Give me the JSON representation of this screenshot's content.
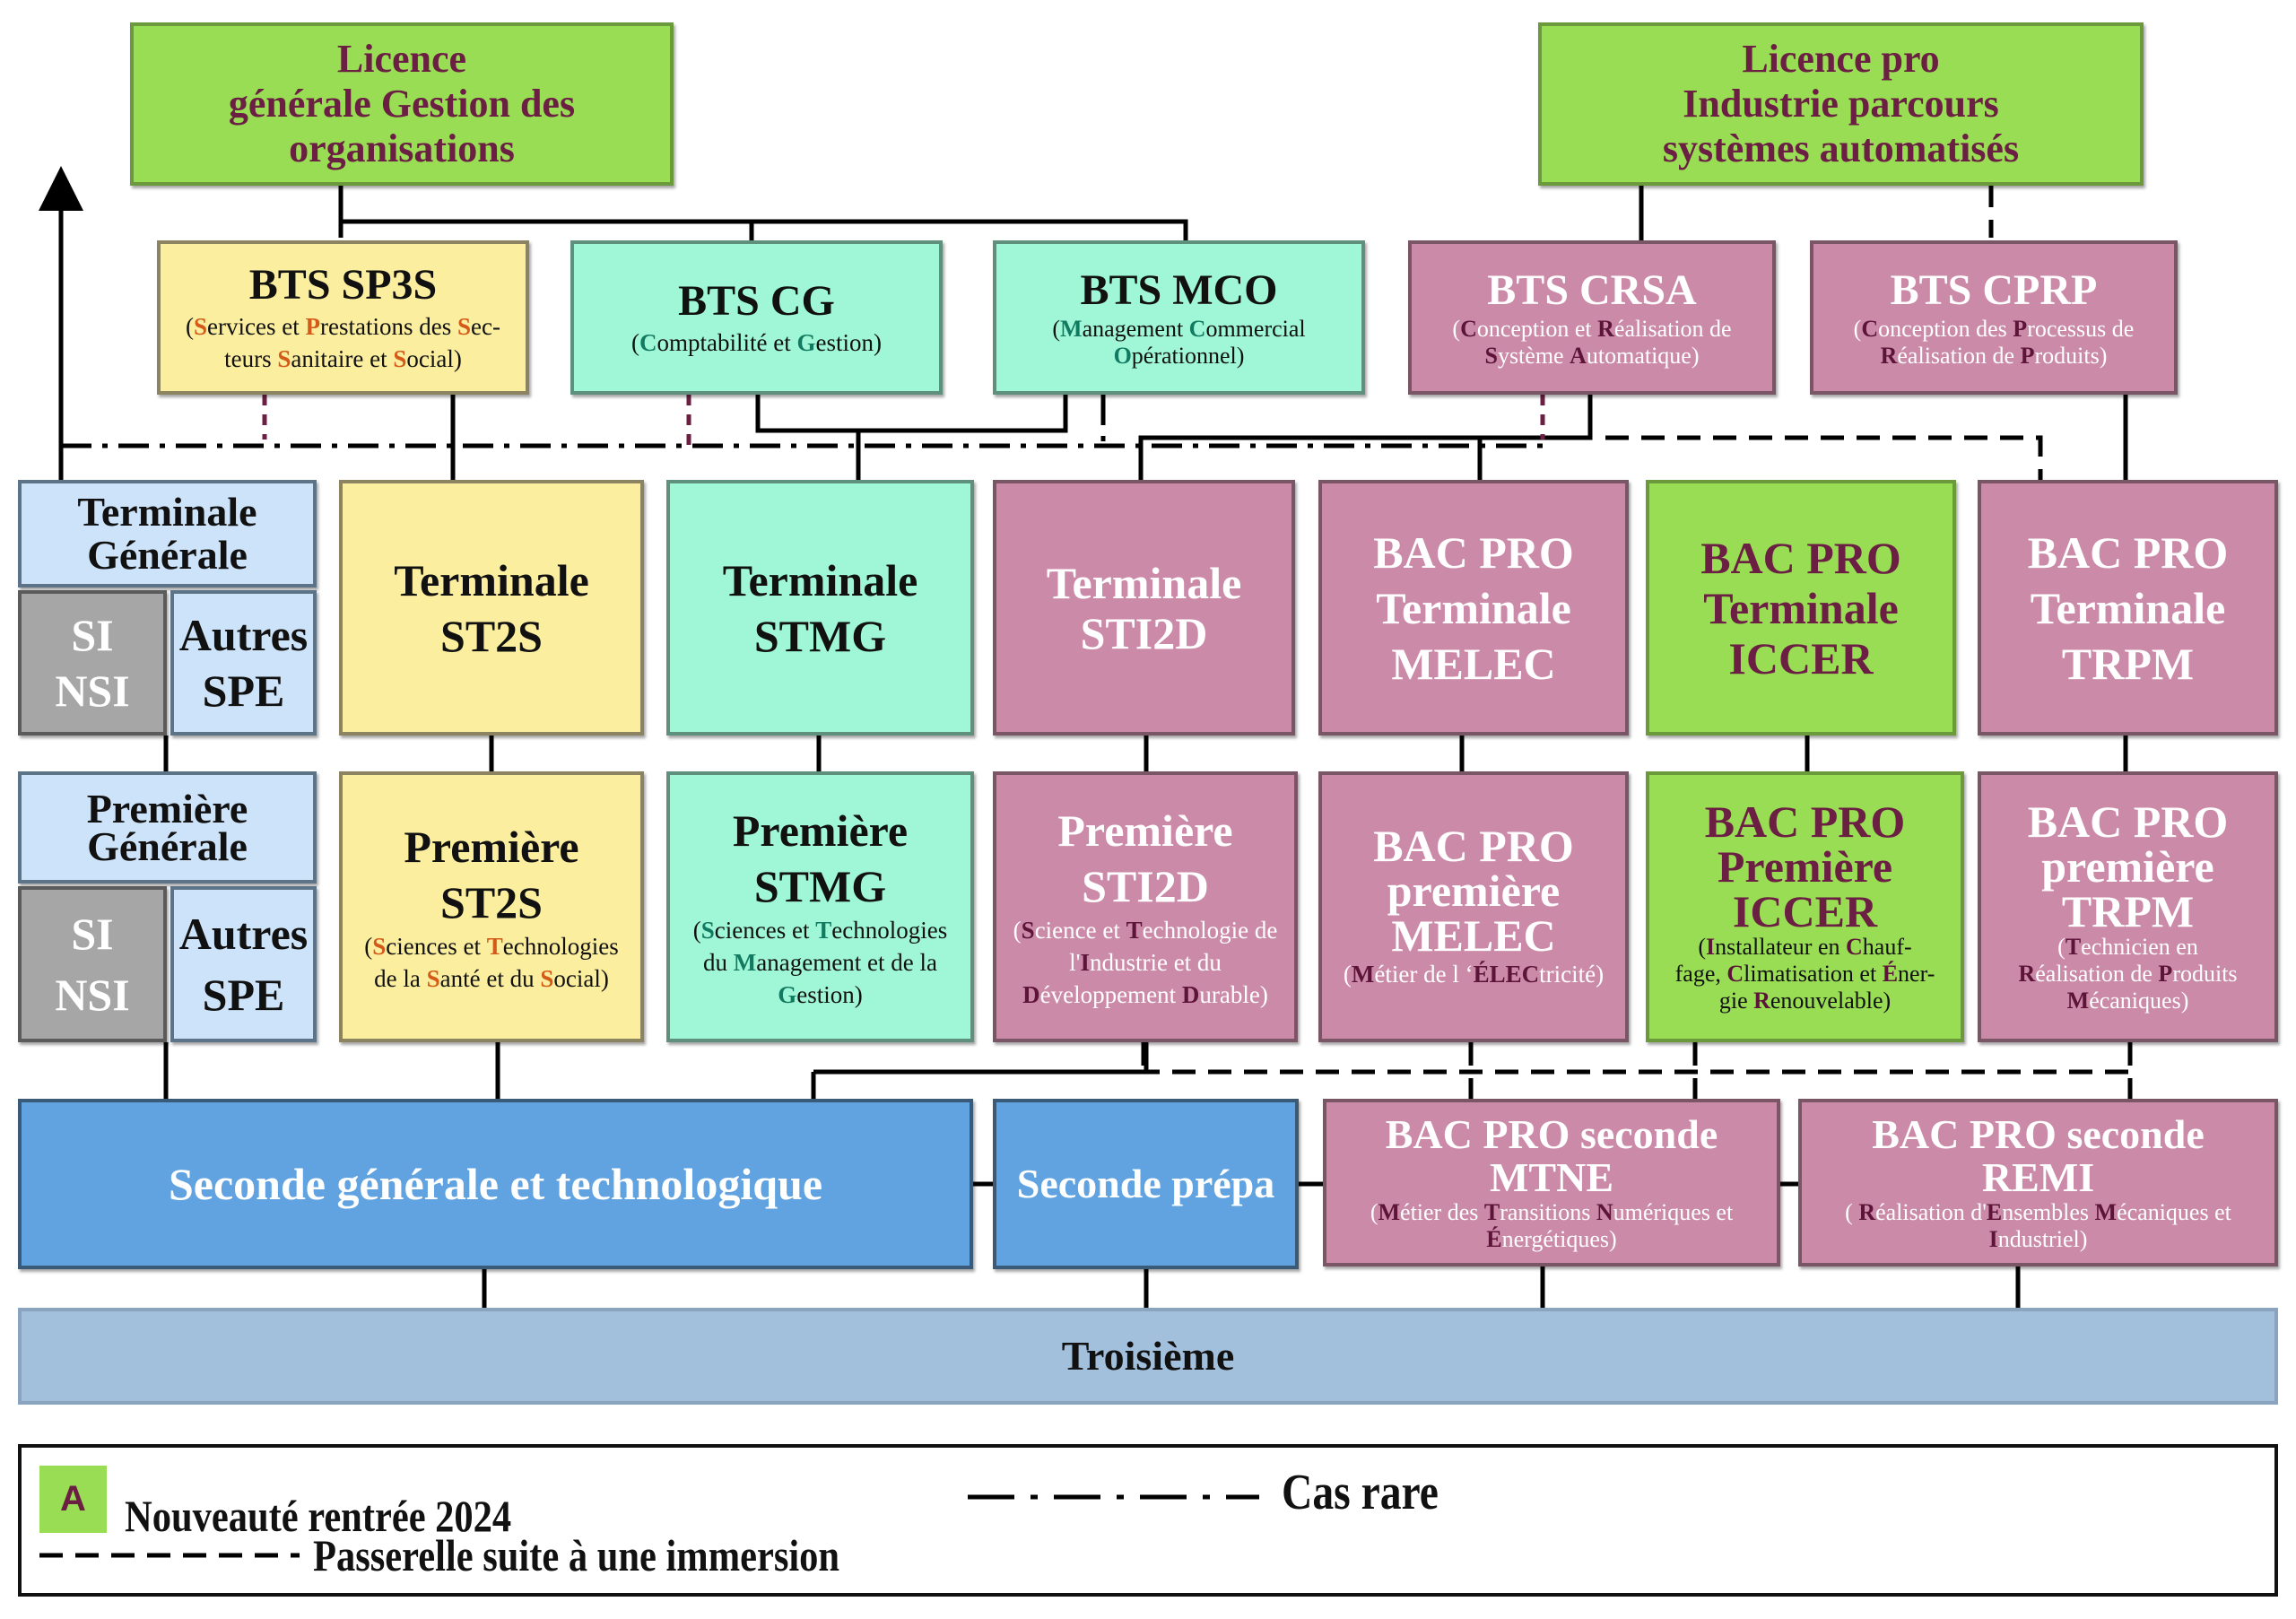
{
  "diagram": {
    "licences": [
      {
        "id": "licence-generale",
        "lines": [
          "Licence",
          "générale Gestion des",
          "organisations"
        ]
      },
      {
        "id": "licence-pro",
        "lines": [
          "Licence pro",
          "Industrie parcours",
          "systèmes automatisés"
        ]
      }
    ],
    "bts": {
      "sp3s": {
        "title": "BTS SP3S",
        "sub": [
          [
            "(",
            ""
          ],
          [
            "S",
            "h"
          ],
          [
            "ervices et ",
            ""
          ],
          [
            "P",
            "h"
          ],
          [
            "restations des ",
            ""
          ],
          [
            "S",
            "h"
          ],
          [
            "ec-",
            ""
          ],
          [
            "BR",
            ""
          ],
          [
            "teurs ",
            ""
          ],
          [
            "S",
            "h"
          ],
          [
            "anitaire et ",
            ""
          ],
          [
            "S",
            "h"
          ],
          [
            "ocial)",
            ""
          ]
        ]
      },
      "cg": {
        "title": "BTS CG",
        "sub": [
          [
            "(",
            ""
          ],
          [
            "C",
            "h"
          ],
          [
            "omptabilité et ",
            ""
          ],
          [
            "G",
            "h"
          ],
          [
            "estion)",
            ""
          ]
        ]
      },
      "mco": {
        "title": "BTS MCO",
        "sub": [
          [
            "(",
            ""
          ],
          [
            "M",
            "h"
          ],
          [
            "anagement ",
            ""
          ],
          [
            "C",
            "h"
          ],
          [
            "ommercial",
            ""
          ],
          [
            "BR",
            ""
          ],
          [
            "O",
            "h"
          ],
          [
            "pérationnel)",
            ""
          ]
        ]
      },
      "crsa": {
        "title": "BTS CRSA",
        "sub": [
          [
            "(",
            ""
          ],
          [
            "C",
            "h"
          ],
          [
            "onception et ",
            ""
          ],
          [
            "R",
            "h"
          ],
          [
            "éalisation de",
            ""
          ],
          [
            "BR",
            ""
          ],
          [
            "S",
            "h"
          ],
          [
            "ystème ",
            ""
          ],
          [
            "A",
            "h"
          ],
          [
            "utomatique)",
            ""
          ]
        ]
      },
      "cprp": {
        "title": "BTS CPRP",
        "sub": [
          [
            "(",
            ""
          ],
          [
            "C",
            "h"
          ],
          [
            "onception des ",
            ""
          ],
          [
            "P",
            "h"
          ],
          [
            "rocessus de",
            ""
          ],
          [
            "BR",
            ""
          ],
          [
            "R",
            "h"
          ],
          [
            "éalisation de ",
            ""
          ],
          [
            "P",
            "h"
          ],
          [
            "roduits)",
            ""
          ]
        ]
      }
    },
    "terminales": {
      "generale": "Terminale Générale",
      "si_nsi": [
        "SI",
        "NSI"
      ],
      "autres_spe": [
        "Autres",
        "SPE"
      ],
      "st2s": [
        "Terminale",
        "ST2S"
      ],
      "stmg": [
        "Terminale",
        "STMG"
      ],
      "sti2d": [
        "Terminale",
        "STI2D"
      ],
      "bacpro_melec": [
        "BAC PRO",
        "Terminale",
        "MELEC"
      ],
      "bacpro_iccer": [
        "BAC PRO",
        "Terminale",
        "ICCER"
      ],
      "bacpro_trpm": [
        "BAC PRO",
        "Terminale",
        "TRPM"
      ]
    },
    "premieres": {
      "generale": [
        "Première",
        "Générale"
      ],
      "si_nsi": [
        "SI",
        "NSI"
      ],
      "autres_spe": [
        "Autres",
        "SPE"
      ],
      "st2s": {
        "title": [
          "Première",
          "ST2S"
        ],
        "sub": [
          [
            "(",
            ""
          ],
          [
            "S",
            "h"
          ],
          [
            "ciences et ",
            ""
          ],
          [
            "T",
            "h"
          ],
          [
            "echnologies",
            ""
          ],
          [
            "BR",
            ""
          ],
          [
            "de la ",
            ""
          ],
          [
            "S",
            "h"
          ],
          [
            "anté et du ",
            ""
          ],
          [
            "S",
            "h"
          ],
          [
            "ocial)",
            ""
          ]
        ]
      },
      "stmg": {
        "title": [
          "Première",
          "STMG"
        ],
        "sub": [
          [
            "(",
            ""
          ],
          [
            "S",
            "h"
          ],
          [
            "ciences et ",
            ""
          ],
          [
            "T",
            "h"
          ],
          [
            "echnologies",
            ""
          ],
          [
            "BR",
            ""
          ],
          [
            "du ",
            ""
          ],
          [
            "M",
            "h"
          ],
          [
            "anagement et de la",
            ""
          ],
          [
            "BR",
            ""
          ],
          [
            "G",
            "h"
          ],
          [
            "estion)",
            ""
          ]
        ]
      },
      "sti2d": {
        "title": [
          "Première",
          "STI2D"
        ],
        "sub": [
          [
            "(",
            ""
          ],
          [
            "S",
            "h"
          ],
          [
            "cience et ",
            ""
          ],
          [
            "T",
            "h"
          ],
          [
            "echnologie de",
            ""
          ],
          [
            "BR",
            ""
          ],
          [
            "l'",
            ""
          ],
          [
            "I",
            "h"
          ],
          [
            "ndustrie et du",
            ""
          ],
          [
            "BR",
            ""
          ],
          [
            "D",
            "h"
          ],
          [
            "éveloppement ",
            ""
          ],
          [
            "D",
            "h"
          ],
          [
            "urable)",
            ""
          ]
        ]
      },
      "bacpro_melec": {
        "title": [
          "BAC PRO",
          "première",
          "MELEC"
        ],
        "sub": [
          [
            "(",
            ""
          ],
          [
            "M",
            "h"
          ],
          [
            "étier de l ‘",
            ""
          ],
          [
            "ÉLEC",
            "h"
          ],
          [
            "tricité)",
            ""
          ]
        ]
      },
      "bacpro_iccer": {
        "title": [
          "BAC PRO",
          "Première",
          "ICCER"
        ],
        "sub": [
          [
            "(",
            ""
          ],
          [
            "I",
            "h"
          ],
          [
            "nstallateur en      ",
            ""
          ],
          [
            "C",
            "h"
          ],
          [
            "hauf-",
            ""
          ],
          [
            "BR",
            ""
          ],
          [
            "fage,  ",
            ""
          ],
          [
            "C",
            "h"
          ],
          [
            "limatisation et ",
            ""
          ],
          [
            "É",
            "h"
          ],
          [
            "ner-",
            ""
          ],
          [
            "BR",
            ""
          ],
          [
            "gie ",
            ""
          ],
          [
            "R",
            "h"
          ],
          [
            "enouvelable)",
            ""
          ]
        ]
      },
      "bacpro_trpm": {
        "title": [
          "BAC PRO",
          "première",
          "TRPM"
        ],
        "sub": [
          [
            "(",
            ""
          ],
          [
            "T",
            "h"
          ],
          [
            "echnicien en",
            ""
          ],
          [
            "BR",
            ""
          ],
          [
            "R",
            "h"
          ],
          [
            "éalisation de ",
            ""
          ],
          [
            "P",
            "h"
          ],
          [
            "roduits",
            ""
          ],
          [
            "BR",
            ""
          ],
          [
            "M",
            "h"
          ],
          [
            "écaniques)",
            ""
          ]
        ]
      }
    },
    "secondes": {
      "gt": "Seconde générale et technologique",
      "prepa": "Seconde prépa",
      "mtne": {
        "title": [
          "BAC PRO seconde",
          "MTNE"
        ],
        "sub": [
          [
            "(",
            ""
          ],
          [
            "M",
            "h"
          ],
          [
            "étier des ",
            ""
          ],
          [
            "T",
            "h"
          ],
          [
            "ransitions ",
            ""
          ],
          [
            "N",
            "h"
          ],
          [
            "umériques et",
            ""
          ],
          [
            "BR",
            ""
          ],
          [
            "É",
            "h"
          ],
          [
            "nergétiques)",
            ""
          ]
        ]
      },
      "remi": {
        "title": [
          "BAC PRO seconde",
          "REMI"
        ],
        "sub": [
          [
            "( ",
            ""
          ],
          [
            "R",
            "h"
          ],
          [
            "éalisation d'",
            ""
          ],
          [
            "E",
            "h"
          ],
          [
            "nsembles ",
            ""
          ],
          [
            "M",
            "h"
          ],
          [
            "écaniques et",
            ""
          ],
          [
            "BR",
            ""
          ],
          [
            "I",
            "h"
          ],
          [
            "ndustriel)",
            ""
          ]
        ]
      }
    },
    "troisieme": "Troisième"
  },
  "legend": {
    "badge": "A",
    "new_label": "Nouveauté rentrée 2024",
    "rare_label": "Cas rare",
    "passerelle_label": "Passerelle suite à une immersion"
  },
  "colors": {
    "green": "#99dd55",
    "yellow": "#fbee9e",
    "mint": "#9ff7d7",
    "pink": "#cc8aa9",
    "light_blue": "#cde3f9",
    "grey": "#a6a6a6",
    "blue": "#60a3e0",
    "steel_blue": "#a2bfdc",
    "licence_text": "#6b2043"
  }
}
